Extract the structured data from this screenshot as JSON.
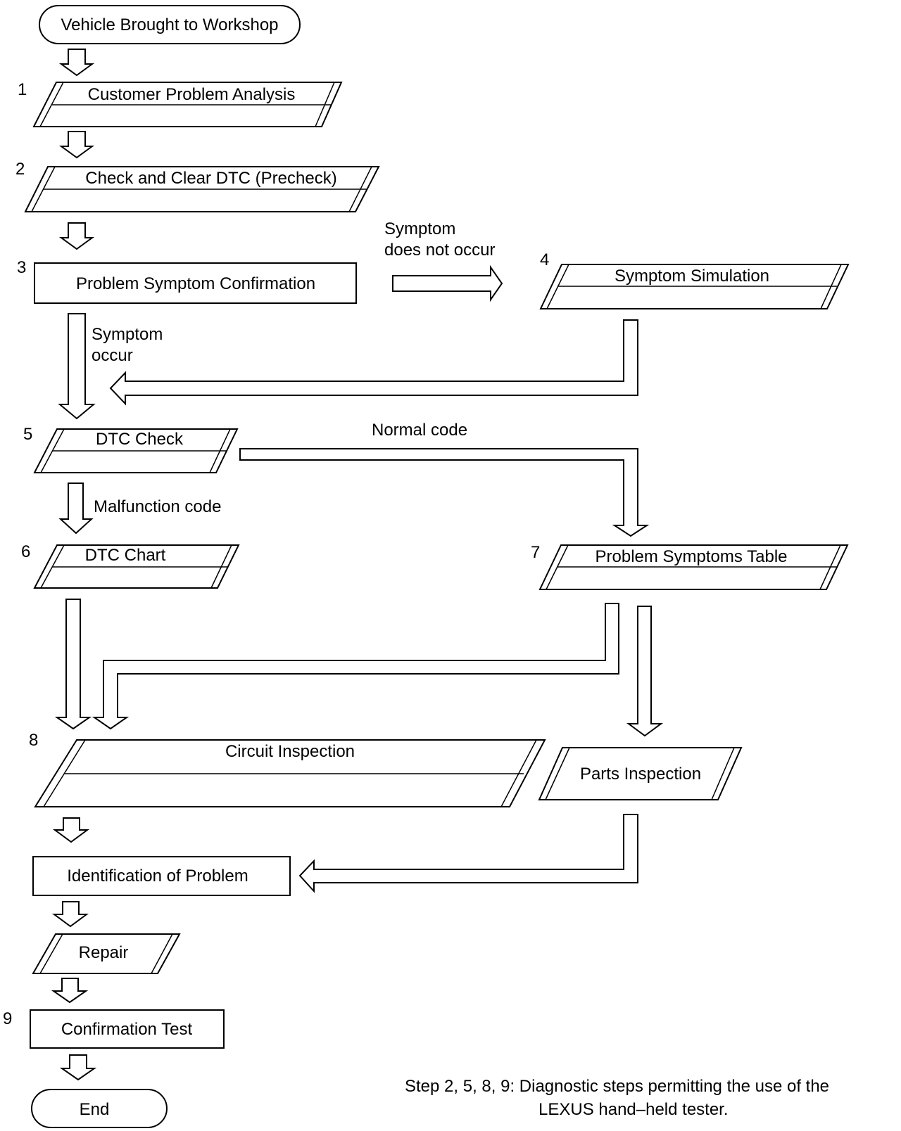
{
  "flowchart": {
    "start": "Vehicle Brought to Workshop",
    "step1": {
      "num": "1",
      "label": "Customer Problem Analysis"
    },
    "step2": {
      "num": "2",
      "label": "Check and Clear DTC (Precheck)"
    },
    "step3": {
      "num": "3",
      "label": "Problem Symptom Confirmation"
    },
    "step4": {
      "num": "4",
      "label": "Symptom Simulation"
    },
    "step5": {
      "num": "5",
      "label": "DTC Check"
    },
    "step6": {
      "num": "6",
      "label": "DTC Chart"
    },
    "step7": {
      "num": "7",
      "label": "Problem Symptoms Table"
    },
    "step8": {
      "num": "8",
      "label": "Circuit Inspection"
    },
    "parts": "Parts Inspection",
    "identification": "Identification of Problem",
    "repair": "Repair",
    "step9": {
      "num": "9",
      "label": "Confirmation Test"
    },
    "end": "End",
    "edges": {
      "not_occur_1": "Symptom",
      "not_occur_2": "does not occur",
      "occur_1": "Symptom",
      "occur_2": "occur",
      "normal_code": "Normal code",
      "malfunction_code": "Malfunction code"
    },
    "footnote": {
      "line1": "Step 2, 5, 8, 9: Diagnostic steps permitting the use of the",
      "line2": "LEXUS hand–held tester."
    }
  }
}
